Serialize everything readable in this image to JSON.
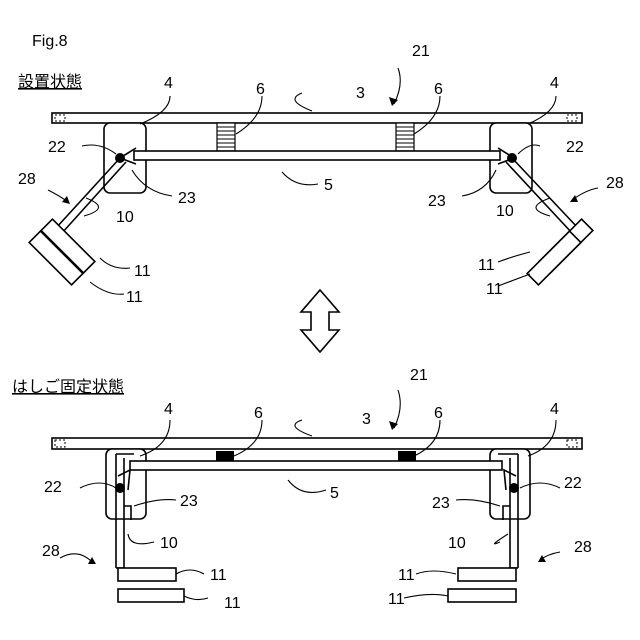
{
  "figure_label": "Fig.8",
  "top": {
    "caption": "設置状態",
    "labels": {
      "ref21": "21",
      "ref3": "3",
      "ref4_left": "4",
      "ref4_right": "4",
      "ref6_left": "6",
      "ref6_right": "6",
      "ref5": "5",
      "ref22_left": "22",
      "ref22_right": "22",
      "ref23_left": "23",
      "ref23_right": "23",
      "ref28_left": "28",
      "ref28_right": "28",
      "ref10_left": "10",
      "ref10_right": "10",
      "ref11_left_a": "11",
      "ref11_left_b": "11",
      "ref11_right_a": "11",
      "ref11_right_b": "11"
    }
  },
  "bottom": {
    "caption": "はしご固定状態",
    "labels": {
      "ref21": "21",
      "ref3": "3",
      "ref4_left": "4",
      "ref4_right": "4",
      "ref6_left": "6",
      "ref6_right": "6",
      "ref5": "5",
      "ref22_left": "22",
      "ref22_right": "22",
      "ref23_left": "23",
      "ref23_right": "23",
      "ref28_left": "28",
      "ref28_right": "28",
      "ref10_left": "10",
      "ref10_right": "10",
      "ref11_left_a": "11",
      "ref11_left_b": "11",
      "ref11_right_a": "11",
      "ref11_right_b": "11"
    }
  },
  "transition_arrow": "double-vertical-arrow"
}
